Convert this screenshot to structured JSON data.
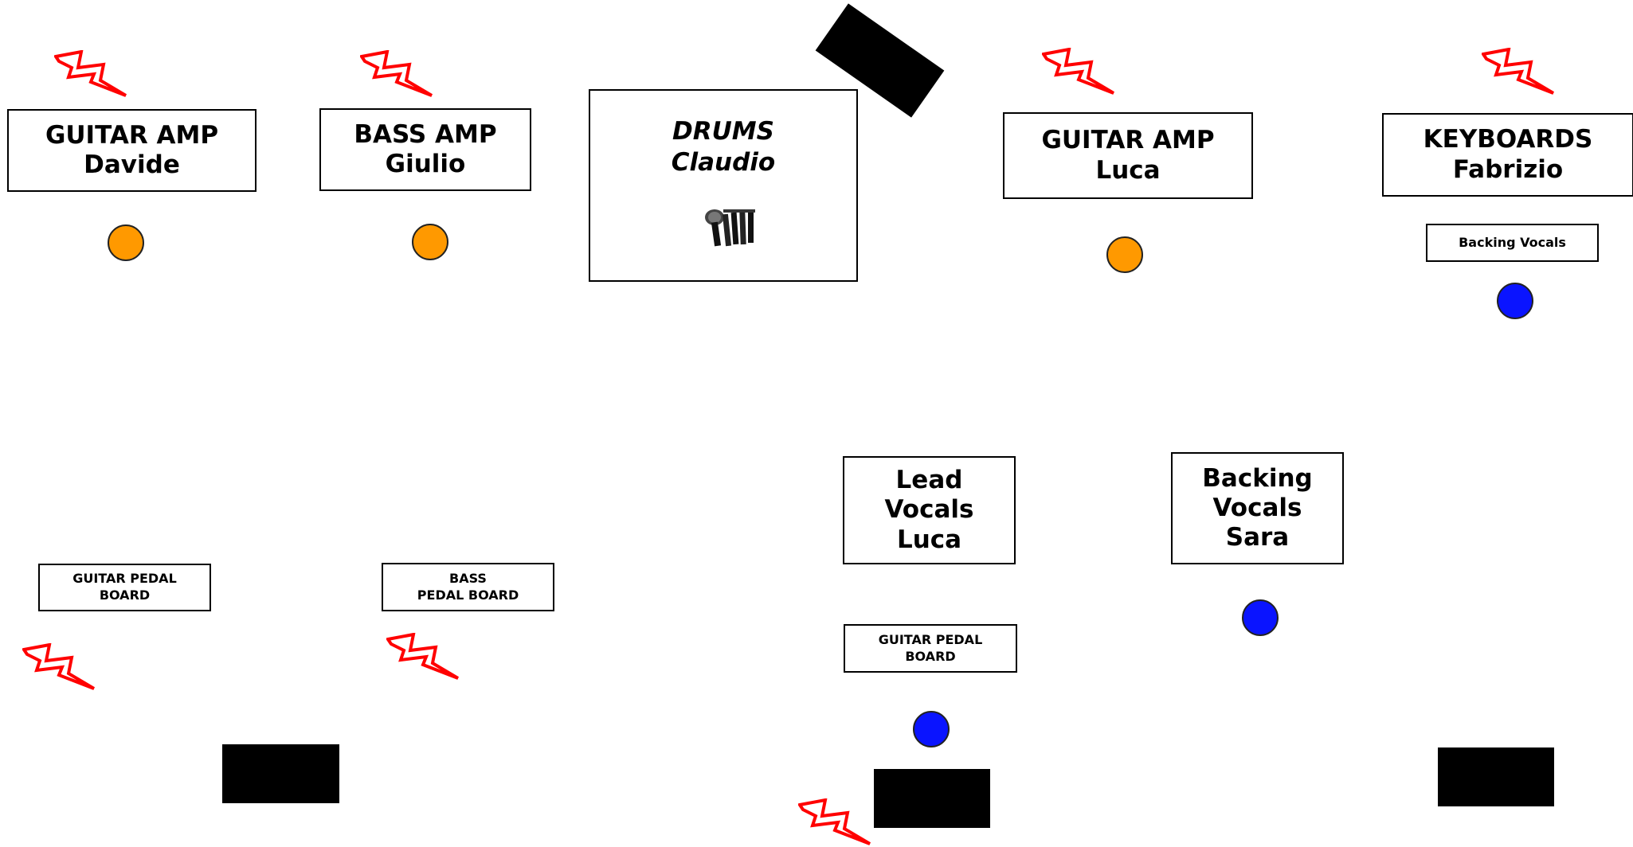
{
  "colors": {
    "amp_mic": "#ff9900",
    "vocal_mic": "#0a14ff",
    "power": "#ff0000",
    "outline": "#000000"
  },
  "amps": {
    "guitar_davide": [
      "GUITAR AMP",
      "Davide"
    ],
    "bass_giulio": [
      "BASS AMP",
      "Giulio"
    ],
    "guitar_luca": [
      "GUITAR AMP",
      "Luca"
    ],
    "keyboards_fabrizio": [
      "KEYBOARDS",
      "Fabrizio"
    ]
  },
  "drums": [
    "DRUMS",
    "Claudio"
  ],
  "drums_icon": "drum-microphones-icon",
  "keyboards_backing_vocals": "Backing Vocals",
  "pedal_boards": {
    "guitar_left": [
      "GUITAR PEDAL",
      "BOARD"
    ],
    "bass": [
      "BASS",
      "PEDAL BOARD"
    ],
    "guitar_center": [
      "GUITAR PEDAL",
      "BOARD"
    ]
  },
  "vocals": {
    "lead": [
      "Lead",
      "Vocals",
      "Luca"
    ],
    "backing": [
      "Backing",
      "Vocals",
      "Sara"
    ]
  },
  "icons": {
    "power": "power-outlet-icon",
    "mic": "microphone-stand-icon",
    "monitor": "monitor-wedge-icon"
  }
}
